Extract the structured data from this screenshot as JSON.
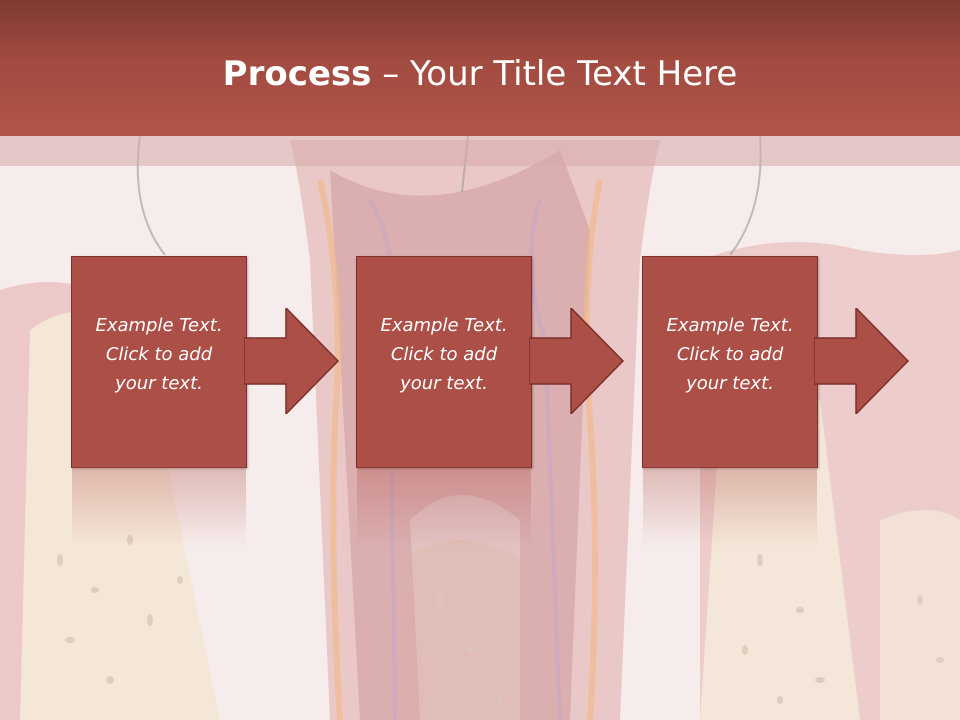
{
  "slide": {
    "title_bold": "Process",
    "title_dash": " – ",
    "title_rest": "Your Title Text Here"
  },
  "steps": [
    {
      "text": "Example Text.\nClick  to add\nyour text."
    },
    {
      "text": "Example Text.\nClick  to add\nyour text."
    },
    {
      "text": "Example Text.\nClick  to add\nyour text."
    }
  ],
  "colors": {
    "title_bar": "#a24b40",
    "box_fill": "#ab4f47",
    "box_border": "#7d302b",
    "text": "#ffffff"
  },
  "icons": {
    "arrow": "right-arrow-icon",
    "background": "tooth-cross-section-illustration"
  }
}
